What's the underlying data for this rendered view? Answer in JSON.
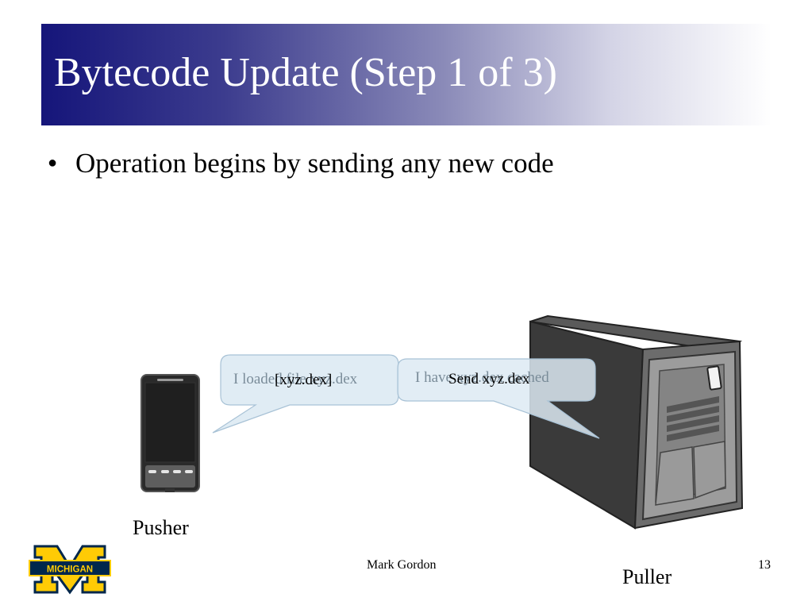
{
  "slide": {
    "title": "Bytecode Update (Step 1 of 3)",
    "bullet": "Operation begins by sending any new code"
  },
  "diagram": {
    "pusher_label": "Pusher",
    "puller_label": "Puller",
    "left_bubble": {
      "faded_text": "I loaded file xyz.dex",
      "overlay_text": "[xyz.dex]"
    },
    "right_bubble": {
      "faded_text": "I have xyz.dex cached",
      "overlay_text": "Send xyz.dex"
    }
  },
  "footer": {
    "author": "Mark Gordon",
    "page_number": "13",
    "logo_text": "MICHIGAN"
  },
  "colors": {
    "title_gradient_start": "#15157a",
    "bubble_fill": "#ddeaf3",
    "logo_blue": "#00274c",
    "logo_maize": "#ffcb05"
  }
}
